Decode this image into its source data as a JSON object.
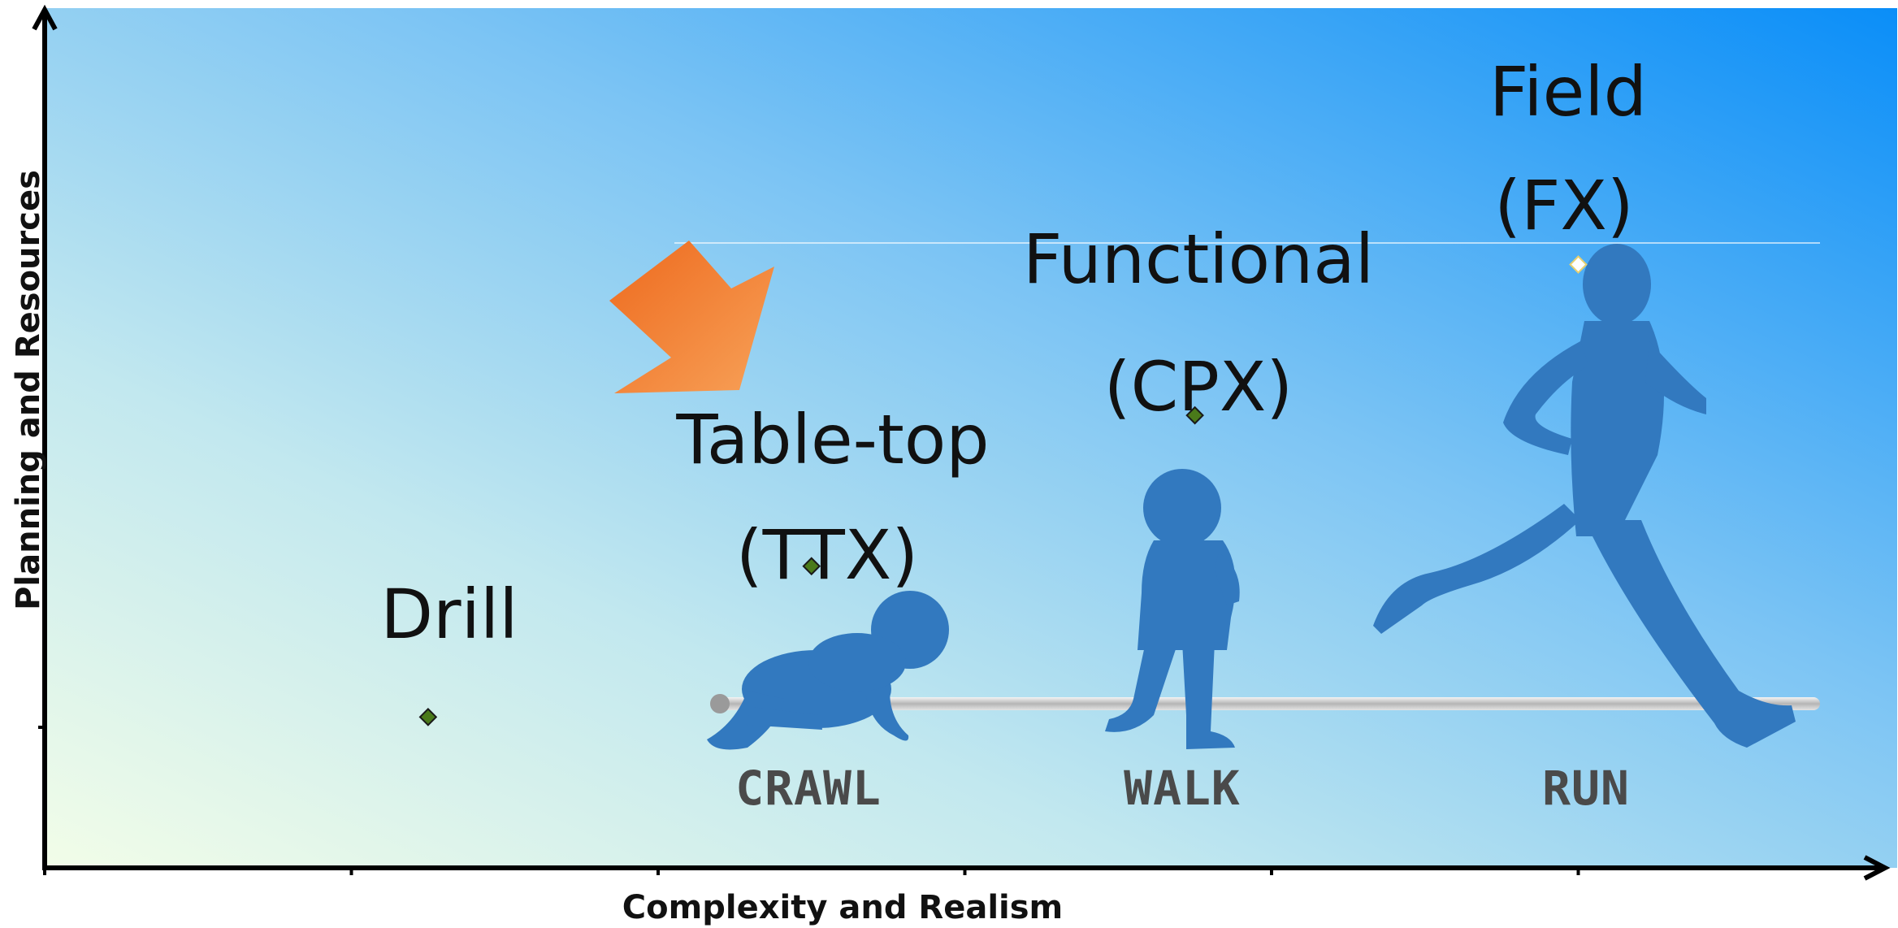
{
  "chart_data": {
    "type": "scatter",
    "xlabel": "Complexity and Realism",
    "ylabel": "Planning and Resources",
    "xlim": [
      0,
      6
    ],
    "ylim": [
      0,
      6
    ],
    "grid": false,
    "points": [
      {
        "label": "Drill",
        "x": 1.25,
        "y": 1.25
      },
      {
        "label": "Table-top (TTX)",
        "x": 2.5,
        "y": 2.5
      },
      {
        "label": "Functional (CPX)",
        "x": 3.75,
        "y": 3.75
      },
      {
        "label": "Field (FX)",
        "x": 5.0,
        "y": 5.0
      }
    ],
    "point_label_lines": {
      "drill": [
        "Drill"
      ],
      "ttx": [
        "Table-top",
        "(TTX)"
      ],
      "cpx": [
        "Functional",
        "(CPX)"
      ],
      "fx": [
        "Field",
        "(FX)"
      ]
    },
    "stages": [
      "CRAWL",
      "WALK",
      "RUN"
    ]
  },
  "colors": {
    "background_bottom_left": "#f2fde8",
    "background_top_right": "#0a8ef8",
    "figure_blue": "#3279bf",
    "arrow_orange": "#f0782c",
    "axis": "#000000",
    "marker": "#4a7a1a"
  },
  "icons": [
    "baby-crawling-icon",
    "toddler-walking-icon",
    "man-running-icon",
    "orange-arrow-icon"
  ]
}
